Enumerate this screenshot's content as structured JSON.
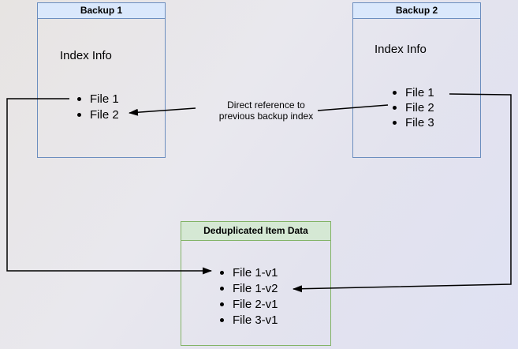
{
  "colors": {
    "blue_fill": "#dae8fc",
    "blue_border": "#6c8ebf",
    "green_fill": "#d5e8d4",
    "green_border": "#82b366",
    "arrow": "#000000",
    "background_top_left": "#e7e4e2",
    "background_bottom_right": "#dfe1f3"
  },
  "backup1": {
    "title": "Backup 1",
    "subtitle": "Index Info",
    "items": [
      "File 1",
      "File 2"
    ]
  },
  "backup2": {
    "title": "Backup 2",
    "subtitle": "Index Info",
    "items": [
      "File 1",
      "File 2",
      "File 3"
    ]
  },
  "dedup": {
    "title": "Deduplicated Item Data",
    "items": [
      "File 1-v1",
      "File 1-v2",
      "File 2-v1",
      "File 3-v1"
    ]
  },
  "annotation": {
    "line1": "Direct reference to",
    "line2": "previous backup index"
  }
}
